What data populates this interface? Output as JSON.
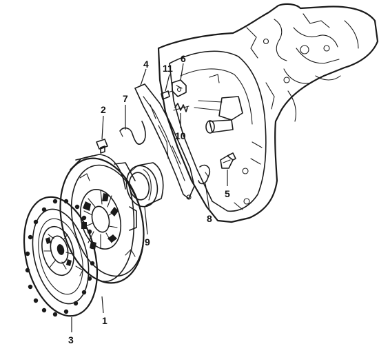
{
  "colors": {
    "background": "#ffffff",
    "ink": "#1a1a1a"
  },
  "callouts": {
    "c1": "1",
    "c2": "2",
    "c3": "3",
    "c4": "4",
    "c5": "5",
    "c6": "6",
    "c7": "7",
    "c8": "8",
    "c9": "9",
    "c10": "10",
    "c11": "11"
  }
}
